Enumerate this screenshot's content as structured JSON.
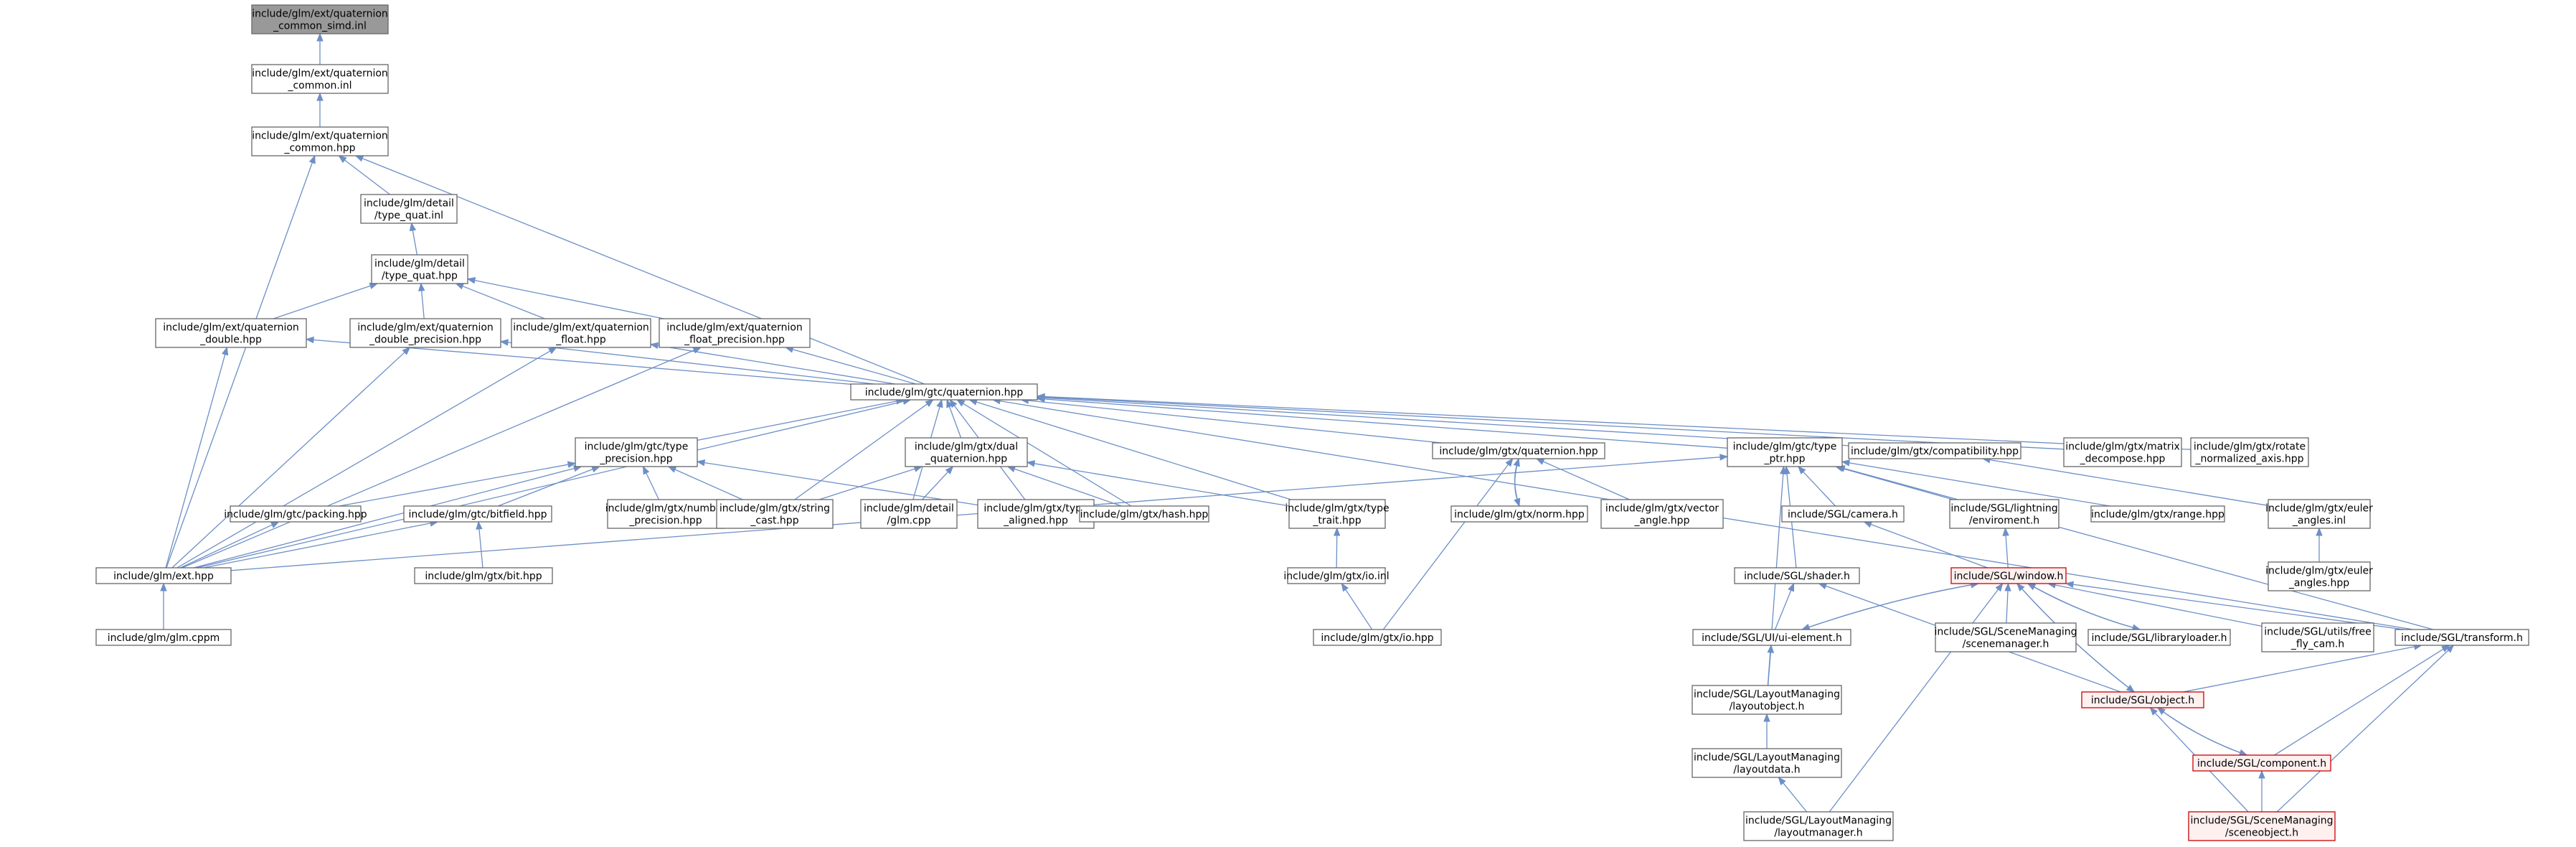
{
  "diagram_title": "",
  "colors": {
    "edge": "#6d8fc7",
    "node_border": "#666666",
    "root_fill": "#999999",
    "highlight_border": "#cc0000",
    "highlight_fill": "#fff0f0"
  },
  "nodes": [
    {
      "id": "n1",
      "label": [
        "include/glm/ext/quaternion",
        "_common_simd.inl"
      ],
      "style": "root"
    },
    {
      "id": "n2",
      "label": [
        "include/glm/ext/quaternion",
        "_common.inl"
      ]
    },
    {
      "id": "n3",
      "label": [
        "include/glm/ext/quaternion",
        "_common.hpp"
      ]
    },
    {
      "id": "n4",
      "label": [
        "include/glm/detail",
        "/type_quat.inl"
      ]
    },
    {
      "id": "n5",
      "label": [
        "include/glm/detail",
        "/type_quat.hpp"
      ]
    },
    {
      "id": "n6",
      "label": [
        "include/glm/ext/quaternion",
        "_double.hpp"
      ]
    },
    {
      "id": "n7",
      "label": [
        "include/glm/ext/quaternion",
        "_double_precision.hpp"
      ]
    },
    {
      "id": "n8",
      "label": [
        "include/glm/ext/quaternion",
        "_float.hpp"
      ]
    },
    {
      "id": "n9",
      "label": [
        "include/glm/ext/quaternion",
        "_float_precision.hpp"
      ]
    },
    {
      "id": "n10",
      "label": [
        "include/glm/gtc/quaternion.hpp"
      ]
    },
    {
      "id": "n11",
      "label": [
        "include/glm/gtc/type",
        "_precision.hpp"
      ]
    },
    {
      "id": "n12",
      "label": [
        "include/glm/gtx/dual",
        "_quaternion.hpp"
      ]
    },
    {
      "id": "n13",
      "label": [
        "include/glm/gtx/quaternion.hpp"
      ]
    },
    {
      "id": "n14",
      "label": [
        "include/glm/gtc/type",
        "_ptr.hpp"
      ]
    },
    {
      "id": "n15",
      "label": [
        "include/glm/gtx/compatibility.hpp"
      ]
    },
    {
      "id": "n16",
      "label": [
        "include/glm/gtx/matrix",
        "_decompose.hpp"
      ]
    },
    {
      "id": "n17",
      "label": [
        "include/glm/gtx/rotate",
        "_normalized_axis.hpp"
      ]
    },
    {
      "id": "n18",
      "label": [
        "include/glm/gtc/packing.hpp"
      ]
    },
    {
      "id": "n19",
      "label": [
        "include/glm/gtc/bitfield.hpp"
      ]
    },
    {
      "id": "n20",
      "label": [
        "include/glm/gtx/number",
        "_precision.hpp"
      ]
    },
    {
      "id": "n21",
      "label": [
        "include/glm/gtx/string",
        "_cast.hpp"
      ]
    },
    {
      "id": "n22",
      "label": [
        "include/glm/detail",
        "/glm.cpp"
      ]
    },
    {
      "id": "n23",
      "label": [
        "include/glm/gtx/type",
        "_aligned.hpp"
      ]
    },
    {
      "id": "n24",
      "label": [
        "include/glm/gtx/hash.hpp"
      ]
    },
    {
      "id": "n25",
      "label": [
        "include/glm/gtx/type",
        "_trait.hpp"
      ]
    },
    {
      "id": "n26",
      "label": [
        "include/glm/gtx/norm.hpp"
      ]
    },
    {
      "id": "n27",
      "label": [
        "include/glm/gtx/vector",
        "_angle.hpp"
      ]
    },
    {
      "id": "n28",
      "label": [
        "include/SGL/camera.h"
      ]
    },
    {
      "id": "n29",
      "label": [
        "include/SGL/lightning",
        "/enviroment.h"
      ]
    },
    {
      "id": "n30",
      "label": [
        "include/glm/gtx/range.hpp"
      ]
    },
    {
      "id": "n31",
      "label": [
        "include/glm/gtx/euler",
        "_angles.inl"
      ]
    },
    {
      "id": "n32",
      "label": [
        "include/glm/ext.hpp"
      ]
    },
    {
      "id": "n33",
      "label": [
        "include/glm/gtx/bit.hpp"
      ]
    },
    {
      "id": "n34",
      "label": [
        "include/glm/gtx/io.inl"
      ]
    },
    {
      "id": "n35",
      "label": [
        "include/SGL/shader.h"
      ]
    },
    {
      "id": "n36",
      "label": [
        "include/SGL/window.h"
      ],
      "style": "red"
    },
    {
      "id": "n37",
      "label": [
        "include/glm/gtx/euler",
        "_angles.hpp"
      ]
    },
    {
      "id": "n38",
      "label": [
        "include/glm/glm.cppm"
      ]
    },
    {
      "id": "n39",
      "label": [
        "include/glm/gtx/io.hpp"
      ]
    },
    {
      "id": "n40",
      "label": [
        "include/SGL/UI/ui-element.h"
      ]
    },
    {
      "id": "n41",
      "label": [
        "include/SGL/SceneManaging",
        "/scenemanager.h"
      ]
    },
    {
      "id": "n42",
      "label": [
        "include/SGL/libraryloader.h"
      ]
    },
    {
      "id": "n43",
      "label": [
        "include/SGL/utils/free",
        "_fly_cam.h"
      ]
    },
    {
      "id": "n44",
      "label": [
        "include/SGL/transform.h"
      ]
    },
    {
      "id": "n45",
      "label": [
        "include/SGL/LayoutManaging",
        "/layoutobject.h"
      ]
    },
    {
      "id": "n46",
      "label": [
        "include/SGL/object.h"
      ],
      "style": "red"
    },
    {
      "id": "n47",
      "label": [
        "include/SGL/LayoutManaging",
        "/layoutdata.h"
      ]
    },
    {
      "id": "n48",
      "label": [
        "include/SGL/component.h"
      ],
      "style": "red"
    },
    {
      "id": "n49",
      "label": [
        "include/SGL/LayoutManaging",
        "/layoutmanager.h"
      ]
    },
    {
      "id": "n50",
      "label": [
        "include/SGL/SceneManaging",
        "/sceneobject.h"
      ],
      "style": "red"
    }
  ],
  "edges": [
    {
      "from": "n2",
      "to": "n1"
    },
    {
      "from": "n3",
      "to": "n2"
    },
    {
      "from": "n4",
      "to": "n3"
    },
    {
      "from": "n32",
      "to": "n3"
    },
    {
      "from": "n10",
      "to": "n3"
    },
    {
      "from": "n5",
      "to": "n4"
    },
    {
      "from": "n6",
      "to": "n5"
    },
    {
      "from": "n7",
      "to": "n5"
    },
    {
      "from": "n8",
      "to": "n5"
    },
    {
      "from": "n9",
      "to": "n5"
    },
    {
      "from": "n32",
      "to": "n6"
    },
    {
      "from": "n10",
      "to": "n6"
    },
    {
      "from": "n32",
      "to": "n7"
    },
    {
      "from": "n10",
      "to": "n7"
    },
    {
      "from": "n32",
      "to": "n8"
    },
    {
      "from": "n10",
      "to": "n8"
    },
    {
      "from": "n32",
      "to": "n9"
    },
    {
      "from": "n10",
      "to": "n9"
    },
    {
      "from": "n32",
      "to": "n10"
    },
    {
      "from": "n11",
      "to": "n10"
    },
    {
      "from": "n12",
      "to": "n10"
    },
    {
      "from": "n13",
      "to": "n10"
    },
    {
      "from": "n14",
      "to": "n10"
    },
    {
      "from": "n15",
      "to": "n10"
    },
    {
      "from": "n16",
      "to": "n10"
    },
    {
      "from": "n17",
      "to": "n10"
    },
    {
      "from": "n21",
      "to": "n10"
    },
    {
      "from": "n22",
      "to": "n10"
    },
    {
      "from": "n23",
      "to": "n10"
    },
    {
      "from": "n24",
      "to": "n10"
    },
    {
      "from": "n25",
      "to": "n10"
    },
    {
      "from": "n44",
      "to": "n10"
    },
    {
      "from": "n32",
      "to": "n11"
    },
    {
      "from": "n18",
      "to": "n11"
    },
    {
      "from": "n19",
      "to": "n11"
    },
    {
      "from": "n20",
      "to": "n11"
    },
    {
      "from": "n21",
      "to": "n11"
    },
    {
      "from": "n23",
      "to": "n11"
    },
    {
      "from": "n21",
      "to": "n12"
    },
    {
      "from": "n22",
      "to": "n12"
    },
    {
      "from": "n24",
      "to": "n12"
    },
    {
      "from": "n25",
      "to": "n12"
    },
    {
      "from": "n26",
      "to": "n13"
    },
    {
      "from": "n27",
      "to": "n13"
    },
    {
      "from": "n39",
      "to": "n13"
    },
    {
      "from": "n13",
      "to": "n26"
    },
    {
      "from": "n32",
      "to": "n14"
    },
    {
      "from": "n28",
      "to": "n14"
    },
    {
      "from": "n29",
      "to": "n14"
    },
    {
      "from": "n30",
      "to": "n14"
    },
    {
      "from": "n35",
      "to": "n14"
    },
    {
      "from": "n45",
      "to": "n14"
    },
    {
      "from": "n44",
      "to": "n14"
    },
    {
      "from": "n31",
      "to": "n15"
    },
    {
      "from": "n32",
      "to": "n18"
    },
    {
      "from": "n32",
      "to": "n19"
    },
    {
      "from": "n33",
      "to": "n19"
    },
    {
      "from": "n34",
      "to": "n25"
    },
    {
      "from": "n36",
      "to": "n28"
    },
    {
      "from": "n36",
      "to": "n29"
    },
    {
      "from": "n37",
      "to": "n31"
    },
    {
      "from": "n38",
      "to": "n32"
    },
    {
      "from": "n39",
      "to": "n34"
    },
    {
      "from": "n40",
      "to": "n35"
    },
    {
      "from": "n46",
      "to": "n35"
    },
    {
      "from": "n40",
      "to": "n36"
    },
    {
      "from": "n41",
      "to": "n36"
    },
    {
      "from": "n42",
      "to": "n36"
    },
    {
      "from": "n43",
      "to": "n36"
    },
    {
      "from": "n44",
      "to": "n36"
    },
    {
      "from": "n46",
      "to": "n36"
    },
    {
      "from": "n49",
      "to": "n36"
    },
    {
      "from": "n36",
      "to": "n40"
    },
    {
      "from": "n36",
      "to": "n42"
    },
    {
      "from": "n36",
      "to": "n46"
    },
    {
      "from": "n45",
      "to": "n40"
    },
    {
      "from": "n47",
      "to": "n45"
    },
    {
      "from": "n49",
      "to": "n47"
    },
    {
      "from": "n46",
      "to": "n44"
    },
    {
      "from": "n48",
      "to": "n44"
    },
    {
      "from": "n50",
      "to": "n44"
    },
    {
      "from": "n48",
      "to": "n46"
    },
    {
      "from": "n50",
      "to": "n46"
    },
    {
      "from": "n46",
      "to": "n48"
    },
    {
      "from": "n50",
      "to": "n48"
    }
  ]
}
